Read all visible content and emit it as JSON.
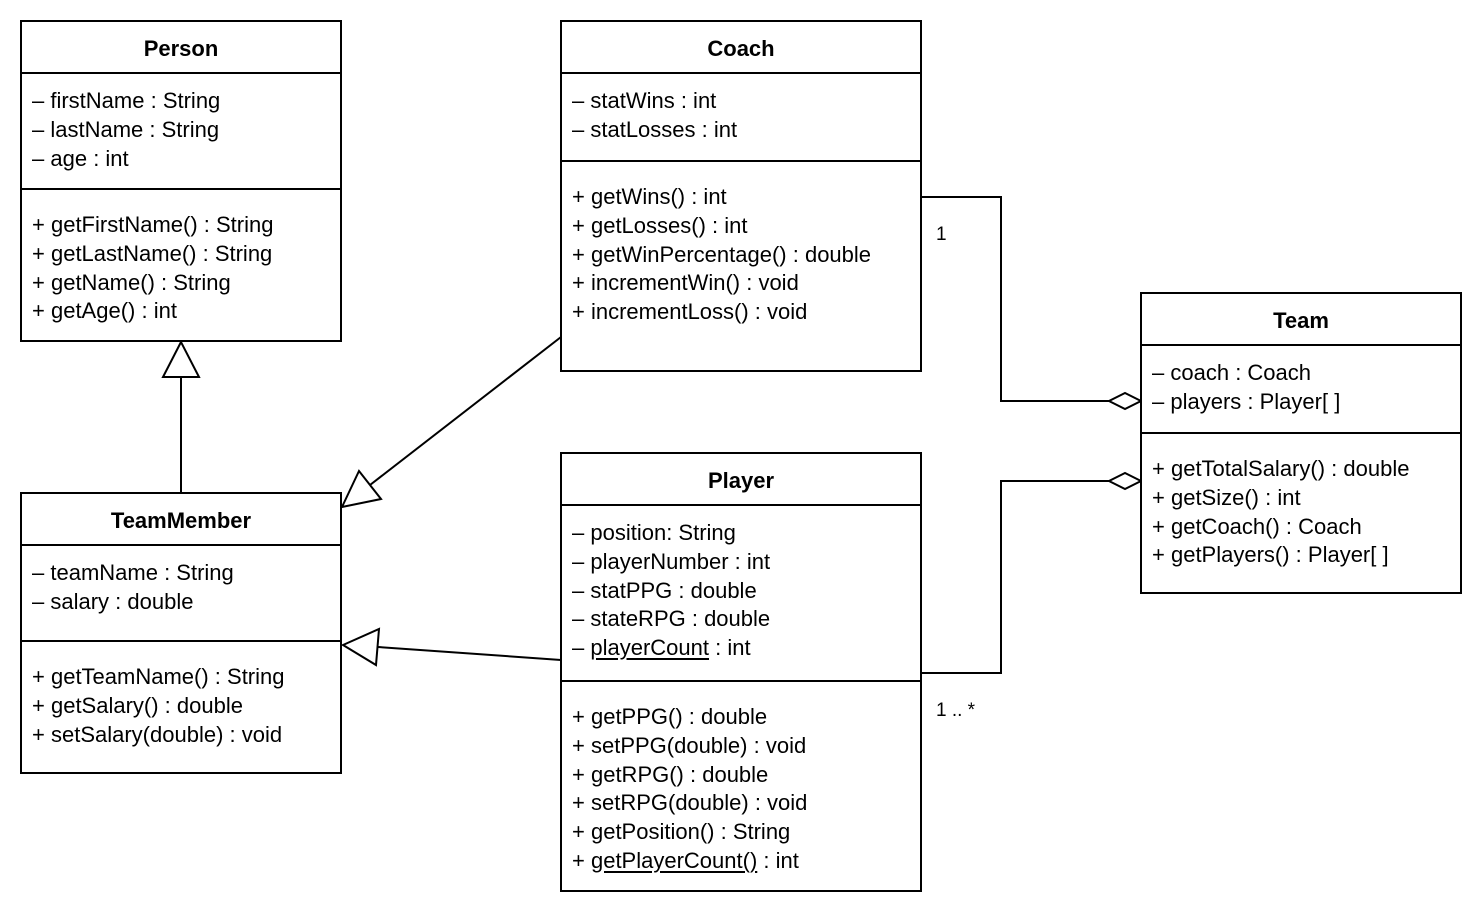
{
  "classes": {
    "person": {
      "name": "Person",
      "attributes": [
        {
          "prefix": "– ",
          "name": "firstName",
          "suffix": " : String",
          "underline": false
        },
        {
          "prefix": "– ",
          "name": "lastName",
          "suffix": " : String",
          "underline": false
        },
        {
          "prefix": "– ",
          "name": "age",
          "suffix": " : int",
          "underline": false
        }
      ],
      "methods": [
        {
          "prefix": "+ ",
          "name": "getFirstName()",
          "suffix": " : String",
          "underline": false
        },
        {
          "prefix": "+ ",
          "name": "getLastName()",
          "suffix": " : String",
          "underline": false
        },
        {
          "prefix": "+ ",
          "name": "getName()",
          "suffix": " : String",
          "underline": false
        },
        {
          "prefix": "+ ",
          "name": "getAge()",
          "suffix": " : int",
          "underline": false
        }
      ]
    },
    "coach": {
      "name": "Coach",
      "attributes": [
        {
          "prefix": "– ",
          "name": "statWins",
          "suffix": " : int",
          "underline": false
        },
        {
          "prefix": "– ",
          "name": "statLosses",
          "suffix": " : int",
          "underline": false
        }
      ],
      "methods": [
        {
          "prefix": "+ ",
          "name": "getWins()",
          "suffix": " : int",
          "underline": false
        },
        {
          "prefix": "+ ",
          "name": "getLosses()",
          "suffix": " : int",
          "underline": false
        },
        {
          "prefix": "+ ",
          "name": "getWinPercentage()",
          "suffix": " : double",
          "underline": false
        },
        {
          "prefix": "+ ",
          "name": "incrementWin()",
          "suffix": " : void",
          "underline": false
        },
        {
          "prefix": "+ ",
          "name": "incrementLoss()",
          "suffix": " : void",
          "underline": false
        }
      ]
    },
    "team": {
      "name": "Team",
      "attributes": [
        {
          "prefix": "– ",
          "name": "coach",
          "suffix": " : Coach",
          "underline": false
        },
        {
          "prefix": "– ",
          "name": "players",
          "suffix": " : Player[ ]",
          "underline": false
        }
      ],
      "methods": [
        {
          "prefix": "+ ",
          "name": "getTotalSalary()",
          "suffix": " : double",
          "underline": false
        },
        {
          "prefix": "+ ",
          "name": "getSize()",
          "suffix": " : int",
          "underline": false
        },
        {
          "prefix": "+ ",
          "name": "getCoach()",
          "suffix": " : Coach",
          "underline": false
        },
        {
          "prefix": "+ ",
          "name": "getPlayers()",
          "suffix": " : Player[ ]",
          "underline": false
        }
      ]
    },
    "teammember": {
      "name": "TeamMember",
      "attributes": [
        {
          "prefix": "– ",
          "name": "teamName",
          "suffix": " : String",
          "underline": false
        },
        {
          "prefix": "– ",
          "name": "salary",
          "suffix": " : double",
          "underline": false
        }
      ],
      "methods": [
        {
          "prefix": "+ ",
          "name": "getTeamName()",
          "suffix": " : String",
          "underline": false
        },
        {
          "prefix": "+ ",
          "name": "getSalary()",
          "suffix": " : double",
          "underline": false
        },
        {
          "prefix": "+ ",
          "name": "setSalary(double)",
          "suffix": " : void",
          "underline": false
        }
      ]
    },
    "player": {
      "name": "Player",
      "attributes": [
        {
          "prefix": "– ",
          "name": "position",
          "suffix": ": String",
          "underline": false
        },
        {
          "prefix": "– ",
          "name": "playerNumber",
          "suffix": " : int",
          "underline": false
        },
        {
          "prefix": "– ",
          "name": "statPPG",
          "suffix": " : double",
          "underline": false
        },
        {
          "prefix": "– ",
          "name": "stateRPG",
          "suffix": " : double",
          "underline": false
        },
        {
          "prefix": "– ",
          "name": "playerCount",
          "suffix": " : int",
          "underline": true
        }
      ],
      "methods": [
        {
          "prefix": "+ ",
          "name": "getPPG()",
          "suffix": " : double",
          "underline": false
        },
        {
          "prefix": "+ ",
          "name": "setPPG(double)",
          "suffix": " : void",
          "underline": false
        },
        {
          "prefix": "+ ",
          "name": "getRPG()",
          "suffix": " : double",
          "underline": false
        },
        {
          "prefix": "+ ",
          "name": "setRPG(double)",
          "suffix": " : void",
          "underline": false
        },
        {
          "prefix": "+ ",
          "name": "getPosition()",
          "suffix": " : String",
          "underline": false
        },
        {
          "prefix": "+ ",
          "name": "getPlayerCount()",
          "suffix": " : int",
          "underline": true
        }
      ]
    }
  },
  "relationships": {
    "inheritance": [
      {
        "from": "TeamMember",
        "to": "Person"
      },
      {
        "from": "Coach",
        "to": "TeamMember"
      },
      {
        "from": "Player",
        "to": "TeamMember"
      }
    ],
    "aggregation": [
      {
        "part": "Coach",
        "whole": "Team",
        "multiplicity": "1"
      },
      {
        "part": "Player",
        "whole": "Team",
        "multiplicity": "1 .. *"
      }
    ]
  },
  "colors": {
    "line": "#000000",
    "background": "#ffffff"
  }
}
